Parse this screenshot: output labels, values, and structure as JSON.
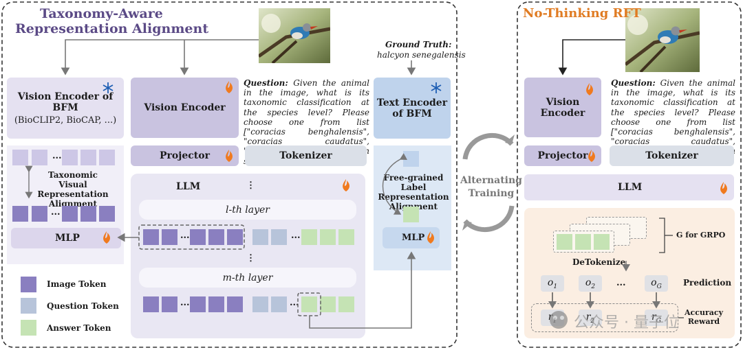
{
  "left_panel": {
    "title_line1": "Taxonomy-Aware",
    "title_line2": "Representation Alignment",
    "bfm_encoder_title": "Vision Encoder of BFM",
    "bfm_encoder_sub": "(BioCLIP2, BioCAP, ...)",
    "vision_encoder": "Vision Encoder",
    "text_encoder_line1": "Text Encoder",
    "text_encoder_line2": "of BFM",
    "ground_truth_label": "Ground Truth",
    "ground_truth_value": "halcyon senegalensis",
    "question_label": "Question:",
    "question_text": "Given the animal in the image, what is its taxonomic classification at the species level? Please choose one from list [\"coracias benghalensis\", \"coracias caudatus\", \"coracias garrulus\", \"halcyon senegalensis\"]",
    "projector": "Projector",
    "tokenizer": "Tokenizer",
    "llm": "LLM",
    "l_layer": "l-th layer",
    "m_layer": "m-th layer",
    "mlp": "MLP",
    "mlp_right": "MLP",
    "visual_alignment_l1": "Taxonomic Visual",
    "visual_alignment_l2": "Representation",
    "visual_alignment_l3": "Alignment",
    "label_alignment_l1": "Free-grained Label",
    "label_alignment_l2": "Representation",
    "label_alignment_l3": "Alignment",
    "legend": {
      "image_token": "Image Token",
      "question_token": "Question Token",
      "answer_token": "Answer Token"
    }
  },
  "center": {
    "alternating_l1": "Alternating",
    "alternating_l2": "Training"
  },
  "right_panel": {
    "title": "No-Thinking RFT",
    "vision_encoder_l1": "Vision",
    "vision_encoder_l2": "Encoder",
    "question_label": "Question:",
    "question_text": "Given the animal in the image, what is its taxonomic classification at the species level? Please choose one from list [\"coracias benghalensis\", \"coracias caudatus\", \"coracias garrulus\", \"halcyon senegalensis\"]",
    "projector": "Projector",
    "tokenizer": "Tokenizer",
    "llm": "LLM",
    "g_for_grpo": "G for GRPO",
    "detokenize": "DeTokenize",
    "prediction": "Prediction",
    "accuracy_l1": "Accuracy",
    "accuracy_l2": "Reward",
    "o1": "o",
    "o1_sub": "1",
    "o2": "o",
    "o2_sub": "2",
    "oG": "o",
    "oG_sub": "G",
    "r1": "r",
    "r1_sub": "1",
    "r2": "r",
    "r2_sub": "2",
    "rG": "r",
    "rG_sub": "G",
    "ellipsis": "...",
    "watermark": "公众号 · 量子位"
  },
  "colors": {
    "title_left": "#5b4a86",
    "title_right": "#e07b22",
    "image_token": "#8a7fc0",
    "question_token": "#b7c4da",
    "answer_token": "#c5e3b4",
    "fire": "#f07a1e",
    "snow": "#1f5fb4"
  }
}
